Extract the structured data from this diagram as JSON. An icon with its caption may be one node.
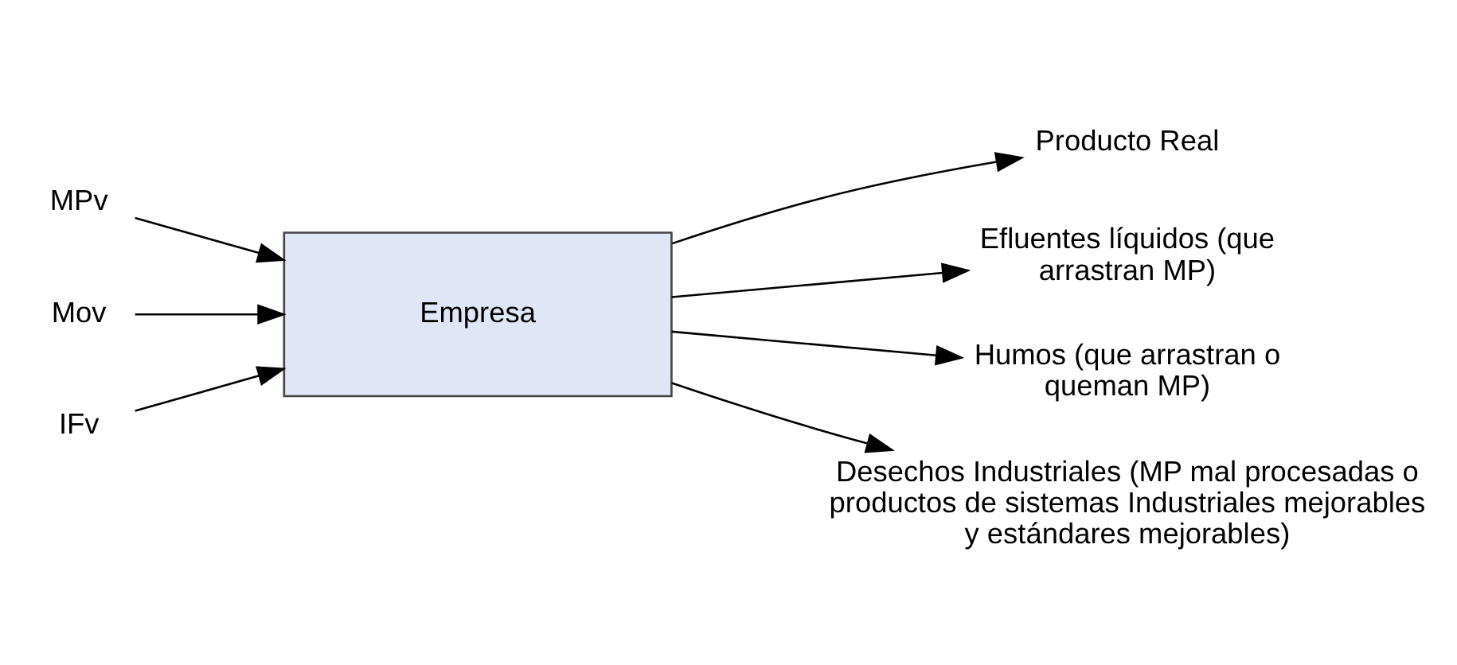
{
  "diagram": {
    "nodes": [
      {
        "text": [
          "Empresa"
        ]
      },
      {
        "text": [
          "MPv"
        ]
      },
      {
        "text": [
          "Mov"
        ]
      },
      {
        "text": [
          "IFv"
        ]
      },
      {
        "text": [
          "Producto Real"
        ]
      },
      {
        "text": [
          "Efluentes líquidos (que arrastran MP)"
        ]
      },
      {
        "text": [
          "Humos (que arrastran o queman MP)"
        ]
      },
      {
        "text": [
          "Desechos Industriales (MP mal procesadas o productos de sistemas Industriales mejorables y estándares mejorables)"
        ]
      }
    ],
    "edges": [
      {
        "from": 1,
        "to": 0,
        "arrow": "to"
      },
      {
        "from": 2,
        "to": 0,
        "arrow": "to"
      },
      {
        "from": 3,
        "to": 0,
        "arrow": "to"
      },
      {
        "from": 0,
        "to": 4,
        "arrow": "to"
      },
      {
        "from": 0,
        "to": 5,
        "arrow": "to"
      },
      {
        "from": 0,
        "to": 6,
        "arrow": "to"
      },
      {
        "from": 0,
        "to": 7,
        "arrow": "to"
      }
    ]
  }
}
